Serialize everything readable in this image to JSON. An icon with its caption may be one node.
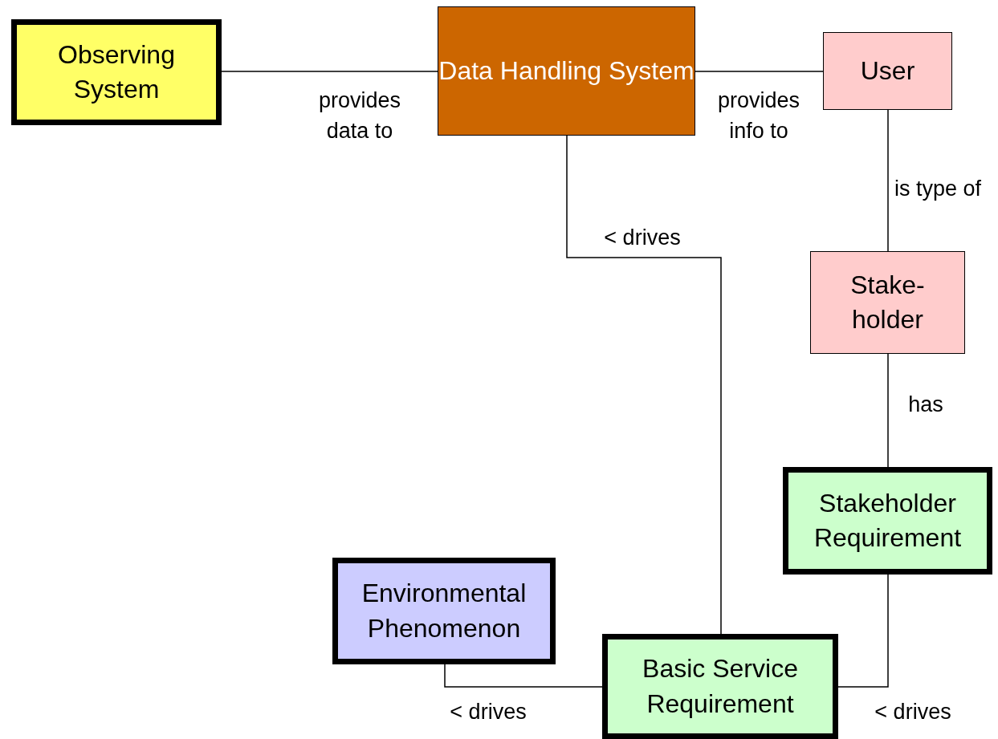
{
  "diagram": {
    "nodes": [
      {
        "text": [
          "Observing System"
        ]
      },
      {
        "text": [
          "Data Handling System"
        ]
      },
      {
        "text": [
          "User"
        ]
      },
      {
        "text": [
          "Stake-holder"
        ]
      },
      {
        "text": [
          "Stakeholder Requirement"
        ]
      },
      {
        "text": [
          "Environmental Phenomenon"
        ]
      },
      {
        "text": [
          "Basic Service Requirement"
        ]
      }
    ],
    "edges": [
      {
        "from": 0,
        "to": 1,
        "arrow": "none",
        "label": "provides data to"
      },
      {
        "from": 1,
        "to": 2,
        "arrow": "none",
        "label": "provides info to"
      },
      {
        "from": 2,
        "to": 3,
        "arrow": "none",
        "label": "is type of"
      },
      {
        "from": 3,
        "to": 4,
        "arrow": "none",
        "label": "has"
      },
      {
        "from": 1,
        "to": 6,
        "arrow": "none",
        "label": "< drives"
      },
      {
        "from": 5,
        "to": 6,
        "arrow": "none",
        "label": "< drives"
      },
      {
        "from": 4,
        "to": 6,
        "arrow": "none",
        "label": "< drives"
      }
    ]
  }
}
